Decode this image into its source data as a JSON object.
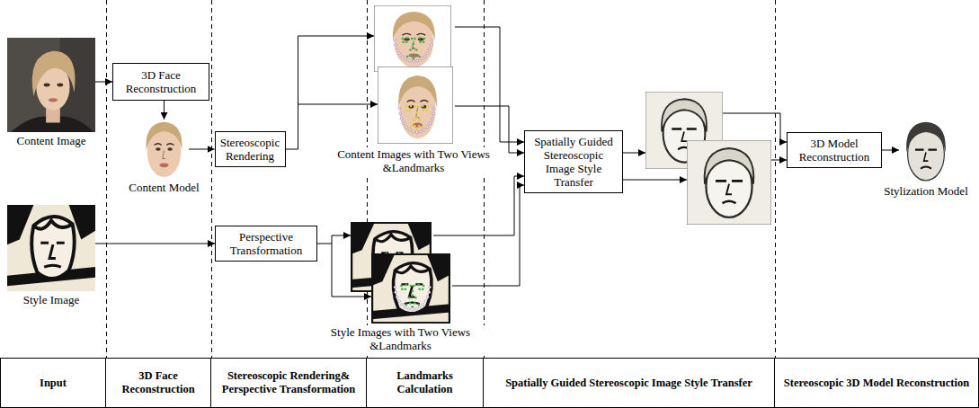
{
  "diagram": {
    "nodes": [
      {
        "text": [
          "Content Image"
        ]
      },
      {
        "text": [
          "3D Face Reconstruction"
        ]
      },
      {
        "text": [
          "Content Model"
        ]
      },
      {
        "text": [
          "Stereoscopic Rendering"
        ]
      },
      {
        "text": [
          "Content Images with Two Views &Landmarks"
        ]
      },
      {
        "text": [
          "Style Image"
        ]
      },
      {
        "text": [
          "Perspective Transformation"
        ]
      },
      {
        "text": [
          "Style Images with Two Views &Landmarks"
        ]
      },
      {
        "text": [
          "Spatially Guided Stereoscopic Image Style Transfer"
        ]
      },
      {
        "text": [
          "3D Model Reconstruction"
        ]
      },
      {
        "text": [
          "Stylization Model"
        ]
      }
    ],
    "edges": [
      {
        "from": 0,
        "to": 1,
        "arrow": "to"
      },
      {
        "from": 1,
        "to": 2,
        "arrow": "to"
      },
      {
        "from": 2,
        "to": 3,
        "arrow": "to"
      },
      {
        "from": 3,
        "to": 4,
        "arrow": "to"
      },
      {
        "from": 5,
        "to": 6,
        "arrow": "to"
      },
      {
        "from": 6,
        "to": 7,
        "arrow": "to"
      },
      {
        "from": 4,
        "to": 8,
        "arrow": "to"
      },
      {
        "from": 7,
        "to": 8,
        "arrow": "to"
      },
      {
        "from": 8,
        "to": 9,
        "arrow": "to"
      },
      {
        "from": 9,
        "to": 10,
        "arrow": "to"
      }
    ],
    "labels": [
      "Input",
      "3D Face Reconstruction",
      "Stereoscopic Rendering& Perspective Transformation",
      "Landmarks Calculation",
      "Spatially Guided Stereoscopic Image Style Transfer",
      "Stereoscopic 3D Model Reconstruction"
    ]
  }
}
